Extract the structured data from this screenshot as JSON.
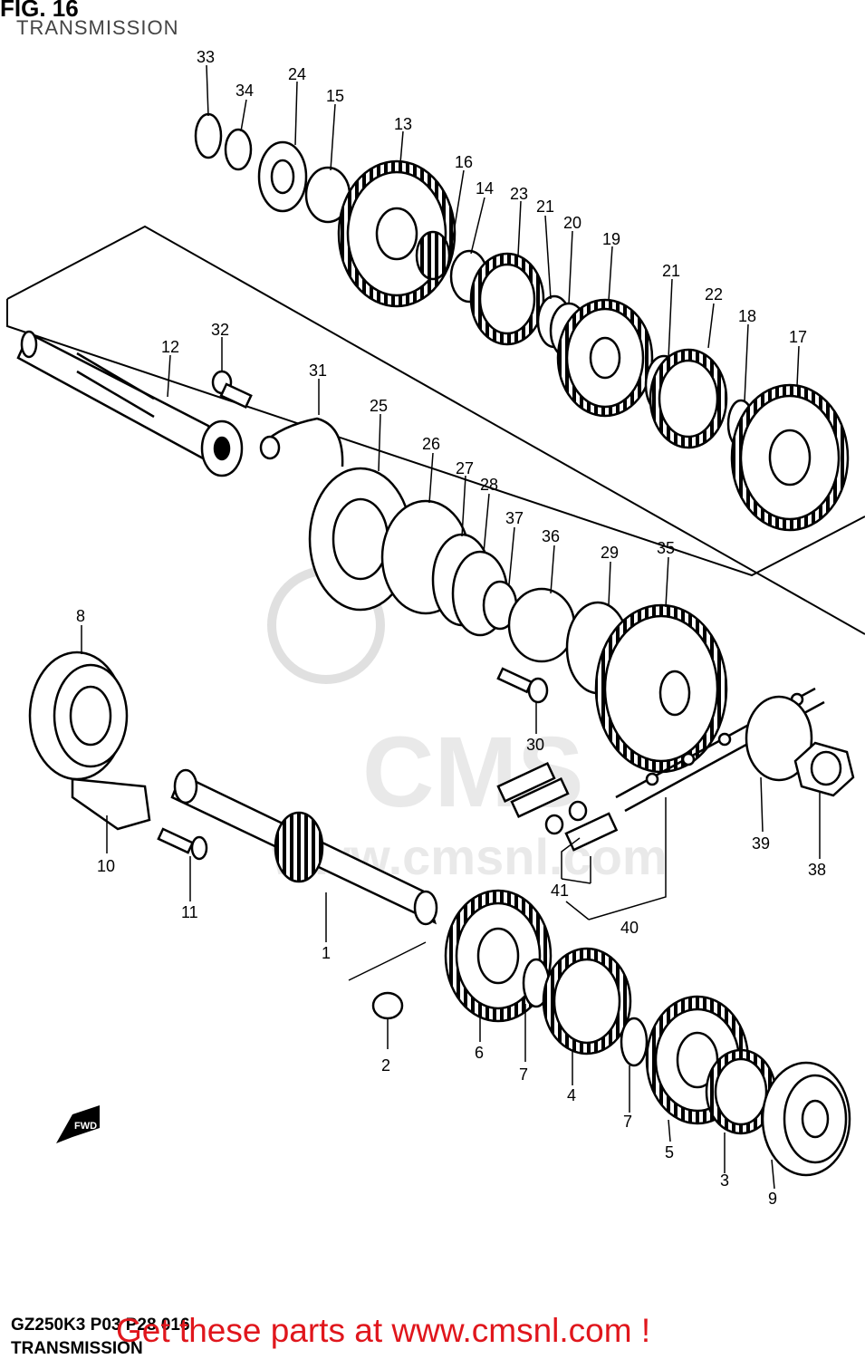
{
  "header": {
    "title": "FIG. 16",
    "subtitle": "TRANSMISSION"
  },
  "footer": {
    "reference": "GZ250K3 P03 P28 016",
    "section": "TRANSMISSION",
    "promo": "Get these parts at www.cmsnl.com !"
  },
  "watermark": {
    "logo": "CMS",
    "url": "www.cmsnl.com"
  },
  "direction_badge": "FWD",
  "part_numbers": [
    "1",
    "2",
    "3",
    "4",
    "5",
    "6",
    "7",
    "7",
    "8",
    "9",
    "10",
    "11",
    "12",
    "13",
    "14",
    "15",
    "16",
    "17",
    "18",
    "19",
    "20",
    "21",
    "21",
    "22",
    "23",
    "24",
    "25",
    "26",
    "27",
    "28",
    "29",
    "30",
    "31",
    "32",
    "33",
    "34",
    "35",
    "36",
    "37",
    "38",
    "39",
    "40",
    "41"
  ]
}
